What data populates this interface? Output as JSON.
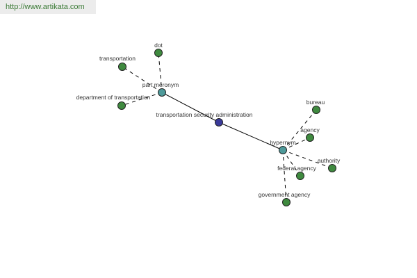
{
  "watermark": "http://www.artikata.com",
  "colors": {
    "center": "#3a3a9a",
    "relation": "#4e9a9a",
    "leaf": "#3f8a3f",
    "edge": "#000000"
  },
  "graph": {
    "center": {
      "id": "center",
      "label": "transportation security administration"
    },
    "relations": [
      {
        "id": "rel-part-meronym",
        "label": "part meronym"
      },
      {
        "id": "rel-hypernym",
        "label": "hypernym"
      }
    ],
    "leaves": [
      {
        "id": "leaf-dot",
        "label": "dot",
        "relation": "rel-part-meronym"
      },
      {
        "id": "leaf-transportation",
        "label": "transportation",
        "relation": "rel-part-meronym"
      },
      {
        "id": "leaf-department-of-transportation",
        "label": "department of transportation",
        "relation": "rel-part-meronym"
      },
      {
        "id": "leaf-bureau",
        "label": "bureau",
        "relation": "rel-hypernym"
      },
      {
        "id": "leaf-agency",
        "label": "agency",
        "relation": "rel-hypernym"
      },
      {
        "id": "leaf-authority",
        "label": "authority",
        "relation": "rel-hypernym"
      },
      {
        "id": "leaf-federal-agency",
        "label": "federal agency",
        "relation": "rel-hypernym"
      },
      {
        "id": "leaf-government-agency",
        "label": "government agency",
        "relation": "rel-hypernym"
      }
    ]
  }
}
